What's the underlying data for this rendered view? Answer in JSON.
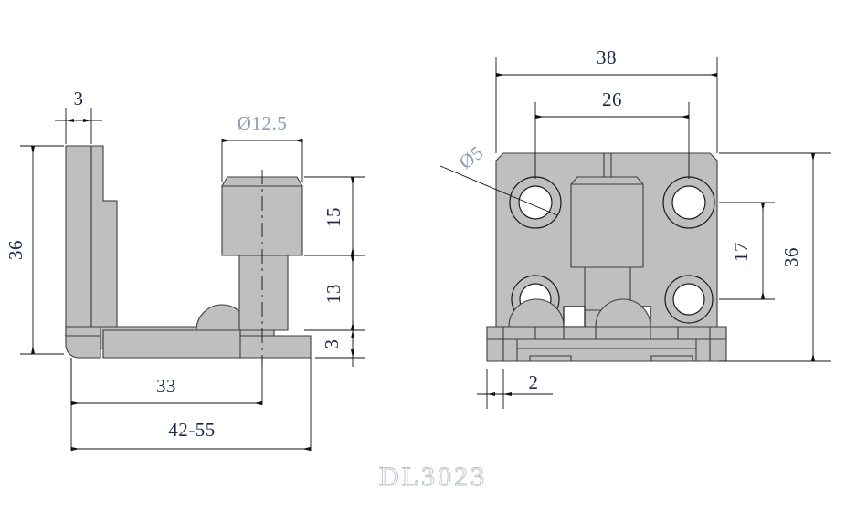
{
  "drawing": {
    "title": "DL3023",
    "background_color": "#ffffff",
    "body_fill_color": "#bfbfbf",
    "outline_color": "#3c3c3c",
    "dimension_text_color": "#1b2a4a",
    "diameter_text_color": "#8c9ab4",
    "title_text_color": "#b9bfca",
    "type": "engineering-orthographic-drawing",
    "description": "Two-view mechanical drawing of an L-shaped hinge bracket (side view and front view)"
  },
  "side_view": {
    "name": "side-view",
    "dimensions": {
      "thickness_top": "3",
      "height_total": "36",
      "pin_diameter": "Ø12.5",
      "pin_head_height": "15",
      "pin_shank_height": "13",
      "base_plate_thickness": "3",
      "inner_width": "33",
      "overall_width_range": "42-55"
    }
  },
  "front_view": {
    "name": "front-view",
    "dimensions": {
      "plate_width": "38",
      "hole_spacing": "26",
      "hole_diameter": "Ø5",
      "hole_center_height": "17",
      "plate_height": "36",
      "lip_thickness": "2"
    }
  },
  "dimension_labels": [
    {
      "id": "side-thickness-3",
      "value": "3",
      "orientation": "horizontal"
    },
    {
      "id": "side-height-36",
      "value": "36",
      "orientation": "vertical"
    },
    {
      "id": "pin-diameter",
      "value": "Ø12.5",
      "orientation": "horizontal"
    },
    {
      "id": "pin-head-15",
      "value": "15",
      "orientation": "vertical"
    },
    {
      "id": "pin-shank-13",
      "value": "13",
      "orientation": "vertical"
    },
    {
      "id": "base-thickness-3",
      "value": "3",
      "orientation": "vertical"
    },
    {
      "id": "inner-width-33",
      "value": "33",
      "orientation": "horizontal"
    },
    {
      "id": "overall-width-42-55",
      "value": "42-55",
      "orientation": "horizontal"
    },
    {
      "id": "plate-width-38",
      "value": "38",
      "orientation": "horizontal"
    },
    {
      "id": "hole-spacing-26",
      "value": "26",
      "orientation": "horizontal"
    },
    {
      "id": "hole-diameter-5",
      "value": "Ø5",
      "orientation": "rotated"
    },
    {
      "id": "hole-height-17",
      "value": "17",
      "orientation": "vertical"
    },
    {
      "id": "plate-height-36",
      "value": "36",
      "orientation": "vertical"
    },
    {
      "id": "lip-thickness-2",
      "value": "2",
      "orientation": "horizontal"
    }
  ]
}
